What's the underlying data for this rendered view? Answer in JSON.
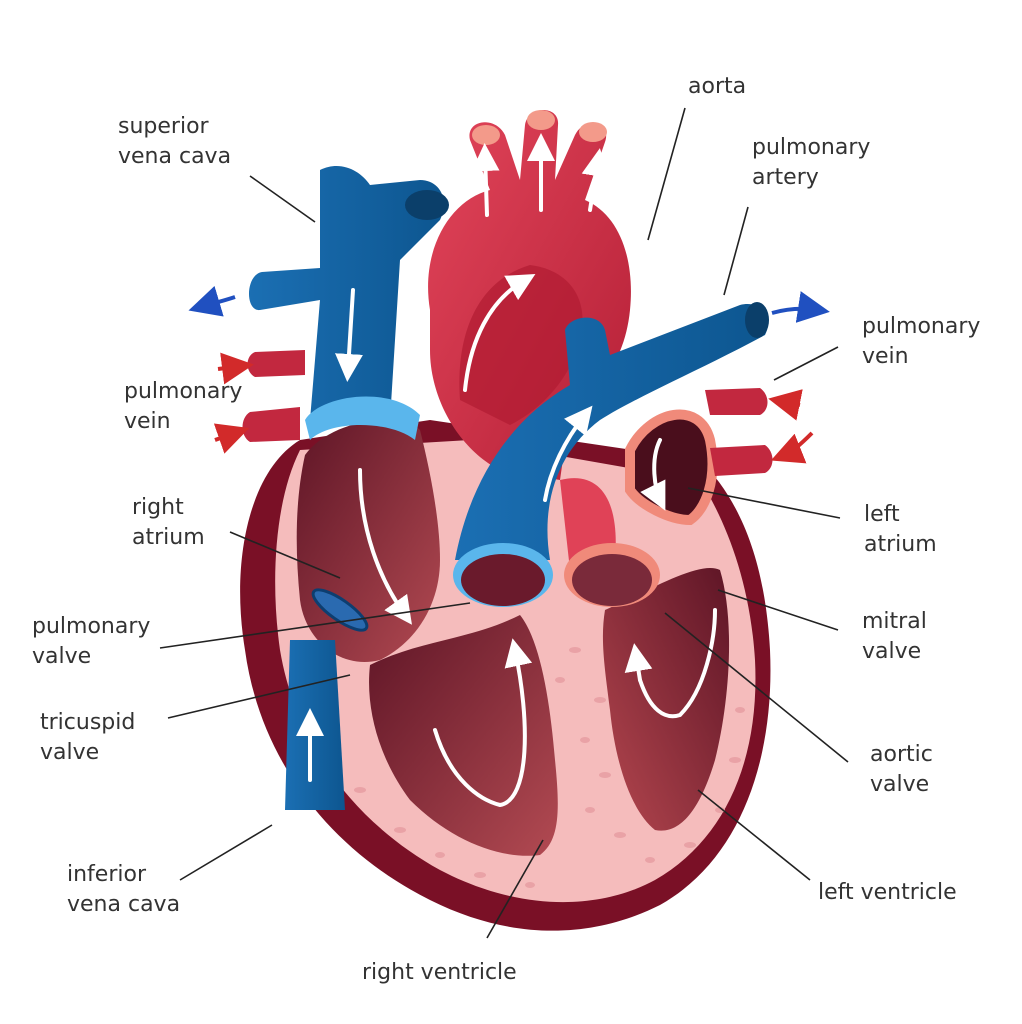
{
  "diagram": {
    "labels": {
      "superior_vena_cava": "superior\nvena cava",
      "aorta": "aorta",
      "pulmonary_artery": "pulmonary\nartery",
      "pulmonary_vein_right": "pulmonary\nvein",
      "pulmonary_vein_left": "pulmonary\nvein",
      "right_atrium": "right\natrium",
      "left_atrium": "left\natrium",
      "pulmonary_valve": "pulmonary\nvalve",
      "mitral_valve": "mitral\nvalve",
      "tricuspid_valve": "tricuspid\nvalve",
      "aortic_valve": "aortic\nvalve",
      "inferior_vena_cava": "inferior\nvena cava",
      "left_ventricle": "left ventricle",
      "right_ventricle": "right ventricle"
    },
    "colors": {
      "oxygen_poor": "#1f72b8",
      "oxygen_poor_light": "#3aa3e3",
      "oxygen_rich": "#d23a4f",
      "heart_outer": "#7a1026",
      "heart_wall": "#f7c5c4",
      "chamber": "#a53945",
      "leader_line": "#222222",
      "arrow_blue": "#2050c0",
      "arrow_red": "#d22a2a"
    }
  }
}
